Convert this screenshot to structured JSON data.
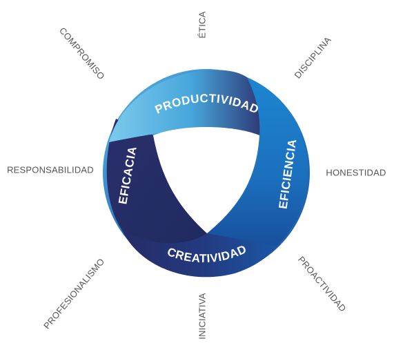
{
  "diagram": {
    "values": {
      "etica": "ÉTICA",
      "disciplina": "DISCIPLINA",
      "honestidad": "HONESTIDAD",
      "proactividad": "PROACTIVIDAD",
      "iniciativa": "INICIATIVA",
      "profesionalismo": "PROFESIONALISMO",
      "responsabilidad": "RESPONSABILIDAD",
      "compromiso": "COMPROMISO"
    },
    "bands": {
      "productividad": "PRODUCTIVIDAD",
      "eficiencia": "EFICIENCIA",
      "creatividad": "CREATIVIDAD",
      "eficacia": "EFICACIA"
    },
    "colors": {
      "light_blue": "#5cb8e4",
      "mid_blue": "#1f7cc6",
      "blue": "#1a5eaa",
      "dark_navy": "#232a63",
      "label_gray": "#555555"
    }
  }
}
